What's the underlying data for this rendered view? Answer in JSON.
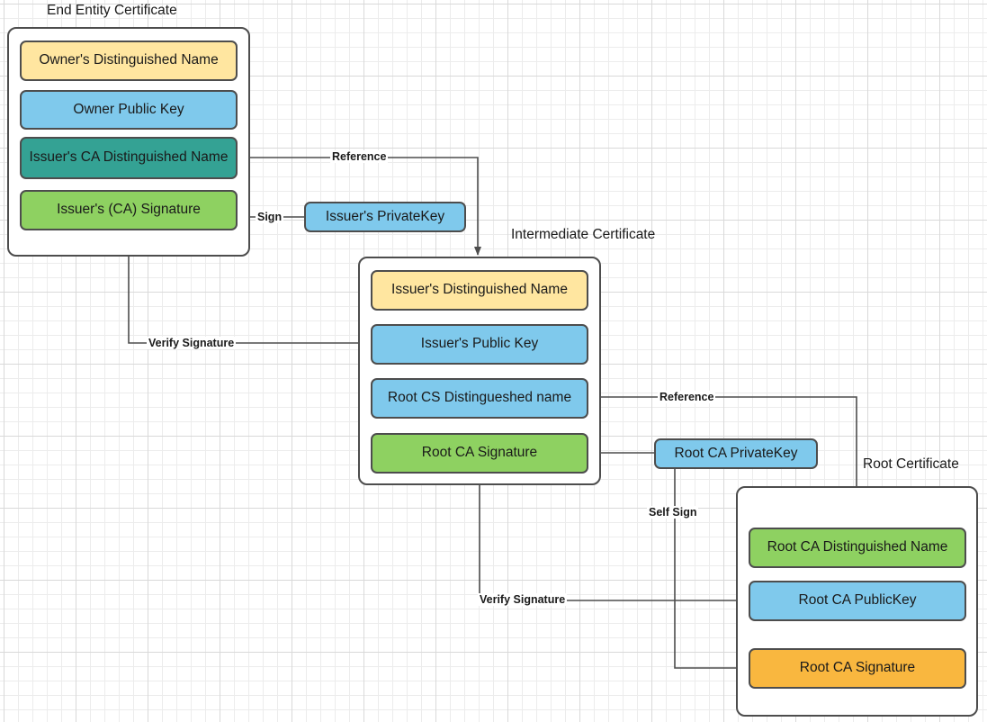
{
  "diagram": {
    "title_visible": false,
    "colors": {
      "yellow": "#ffe6a0",
      "blue": "#7fc9ec",
      "teal": "#34a294",
      "green": "#8ed161",
      "orange": "#f9b73f",
      "stroke": "#4d4d4d",
      "text": "#1a1a1a",
      "grid_minor": "#ececec",
      "grid_major": "#d9d9d9"
    },
    "groups": [
      {
        "id": "end-entity",
        "label": "End Entity Certificate"
      },
      {
        "id": "intermediate",
        "label": "Intermediate Certificate"
      },
      {
        "id": "root",
        "label": "Root Certificate"
      }
    ],
    "end_entity_fields": [
      {
        "label": "Owner's Distinguished Name",
        "color": "#ffe6a0"
      },
      {
        "label": "Owner Public  Key",
        "color": "#7fc9ec"
      },
      {
        "label": "Issuer's CA Distinguished Name",
        "color": "#34a294"
      },
      {
        "label": "Issuer's (CA) Signature",
        "color": "#8ed161"
      }
    ],
    "intermediate_fields": [
      {
        "label": "Issuer's Distinguished Name",
        "color": "#ffe6a0"
      },
      {
        "label": "Issuer's Public  Key",
        "color": "#7fc9ec"
      },
      {
        "label": "Root CS Distingueshed name",
        "color": "#7fc9ec"
      },
      {
        "label": "Root CA Signature",
        "color": "#8ed161"
      }
    ],
    "root_fields": [
      {
        "label": "Root CA Distinguished Name",
        "color": "#8ed161"
      },
      {
        "label": "Root CA PublicKey",
        "color": "#7fc9ec"
      },
      {
        "label": "Root CA Signature",
        "color": "#f9b73f"
      }
    ],
    "keys": [
      {
        "id": "issuer-private-key",
        "label": "Issuer's PrivateKey"
      },
      {
        "id": "root-ca-private-key",
        "label": "Root CA PrivateKey"
      }
    ],
    "edge_labels": [
      {
        "id": "reference-top",
        "label": "Reference"
      },
      {
        "id": "sign",
        "label": "Sign"
      },
      {
        "id": "verify-signature-top",
        "label": "Verify Signature"
      },
      {
        "id": "reference-bottom",
        "label": "Reference"
      },
      {
        "id": "self-sign",
        "label": "Self Sign"
      },
      {
        "id": "verify-signature-bottom",
        "label": "Verify Signature"
      }
    ]
  }
}
